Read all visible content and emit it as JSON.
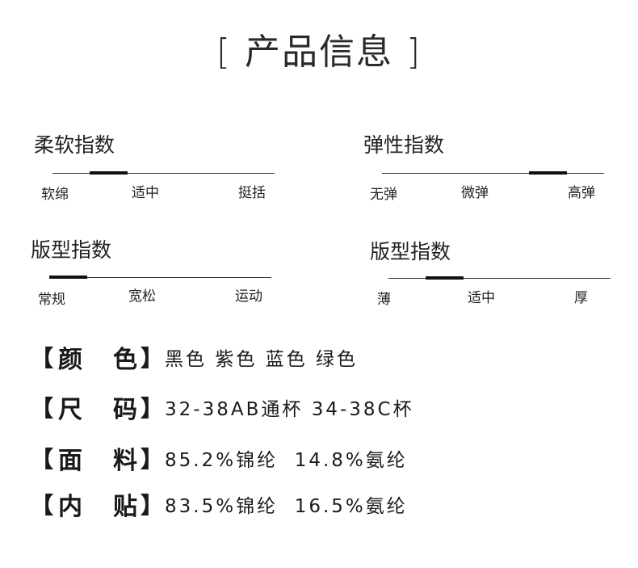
{
  "title": "产品信息",
  "title_brackets": {
    "open": "[",
    "close": "]"
  },
  "gauges": [
    {
      "title": "柔软指数",
      "labels": [
        "软绵",
        "适中",
        "挺括"
      ],
      "level": 0.2
    },
    {
      "title": "弹性指数",
      "labels": [
        "无弹",
        "微弹",
        "高弹"
      ],
      "level": 0.8
    },
    {
      "title": "版型指数",
      "labels": [
        "常规",
        "宽松",
        "运动"
      ],
      "level": 0.0
    },
    {
      "title": "版型指数",
      "labels": [
        "薄",
        "适中",
        "厚"
      ],
      "level": 0.2
    }
  ],
  "specs": [
    {
      "key": "颜色",
      "value": "黑色 紫色 蓝色 绿色"
    },
    {
      "key": "尺码",
      "value": "32-38AB通杯 34-38C杯"
    },
    {
      "key": "面料",
      "value": "85.2%锦纶  14.8%氨纶"
    },
    {
      "key": "内贴",
      "value": "83.5%锦纶  16.5%氨纶"
    }
  ],
  "bracket_open": "【",
  "bracket_close": "】",
  "colors": {
    "text": "#222222",
    "line": "#333333",
    "marker": "#111111"
  }
}
